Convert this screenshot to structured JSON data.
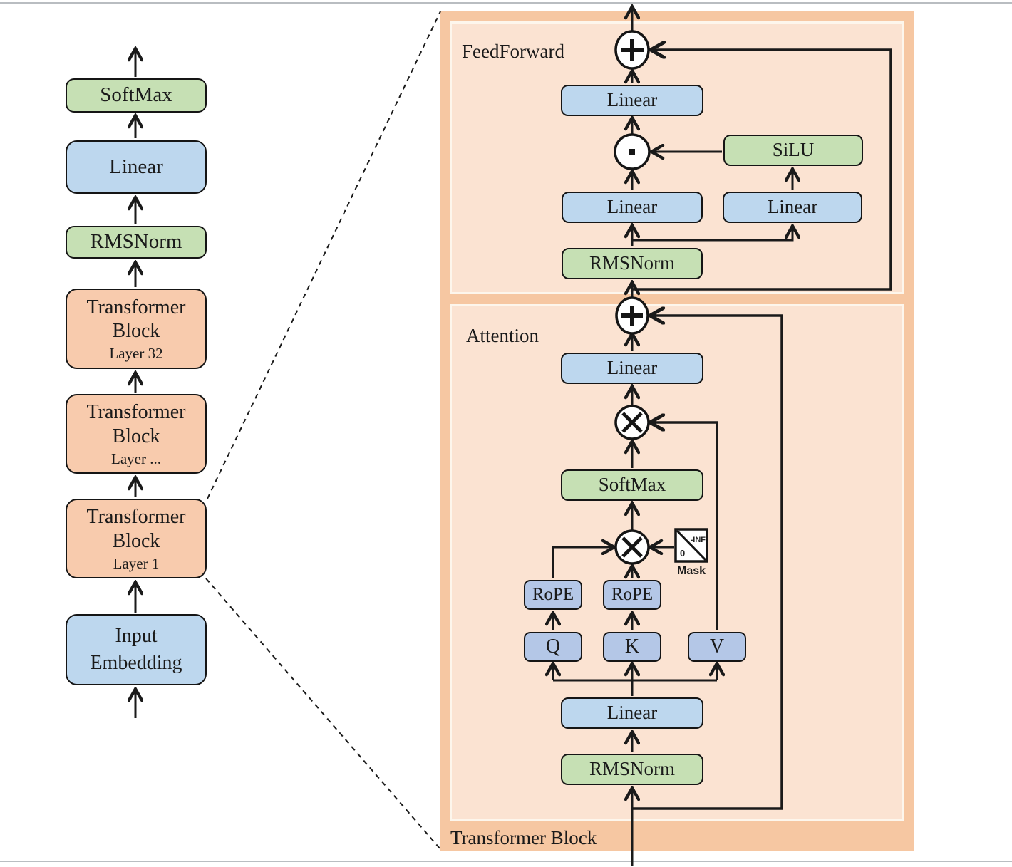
{
  "palette": {
    "green": "#c6e0b4",
    "blue": "#bdd7ee",
    "blue_deep": "#b4c7e7",
    "orange": "#f8cbad",
    "panel_outer": "#f6c7a2",
    "panel_inner": "#fbe3d2",
    "line": "#1a1a1a"
  },
  "icons": {
    "residual_add": "+",
    "matmul": "×",
    "elementwise_product": "·"
  },
  "left_column": {
    "softmax_label": "SoftMax",
    "linear_label": "Linear",
    "rmsnorm_label": "RMSNorm",
    "blocks": [
      {
        "title": "Transformer Block",
        "layer": "Layer 32"
      },
      {
        "title": "Transformer Block",
        "layer": "Layer ..."
      },
      {
        "title": "Transformer Block",
        "layer": "Layer 1"
      }
    ],
    "input_embedding_label": "Input Embedding"
  },
  "detail_panel": {
    "block_label": "Transformer Block",
    "feedforward": {
      "section_label": "FeedForward",
      "output_linear": "Linear",
      "silu": "SiLU",
      "gate_linear": "Linear",
      "up_linear": "Linear",
      "rmsnorm": "RMSNorm"
    },
    "attention": {
      "section_label": "Attention",
      "output_linear": "Linear",
      "softmax": "SoftMax",
      "rope_q": "RoPE",
      "rope_k": "RoPE",
      "q": "Q",
      "k": "K",
      "v": "V",
      "qkv_linear": "Linear",
      "rmsnorm": "RMSNorm",
      "mask": {
        "label": "Mask",
        "upper": "-INF",
        "lower": "0"
      }
    }
  }
}
